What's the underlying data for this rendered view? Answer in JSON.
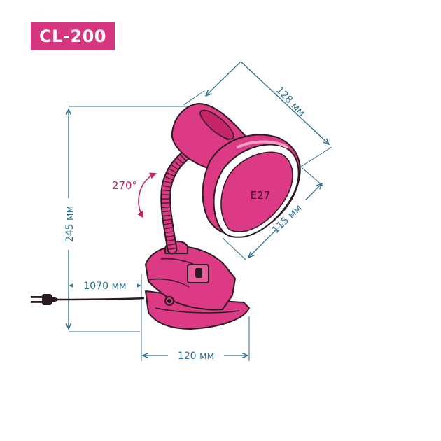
{
  "model": "CL-200",
  "dimensions": {
    "height": "245 мм",
    "shade_length": "128 мм",
    "shade_diameter": "115 мм",
    "cord_length": "1070 мм",
    "clamp_width": "120 мм"
  },
  "rotation_angle": "270°",
  "socket": "E27",
  "colors": {
    "lamp": "#dc3a85",
    "badge": "#d6357f",
    "dimension_lines": "#2d6f91",
    "angle_text": "#c42668",
    "outline": "#2a1a22"
  }
}
